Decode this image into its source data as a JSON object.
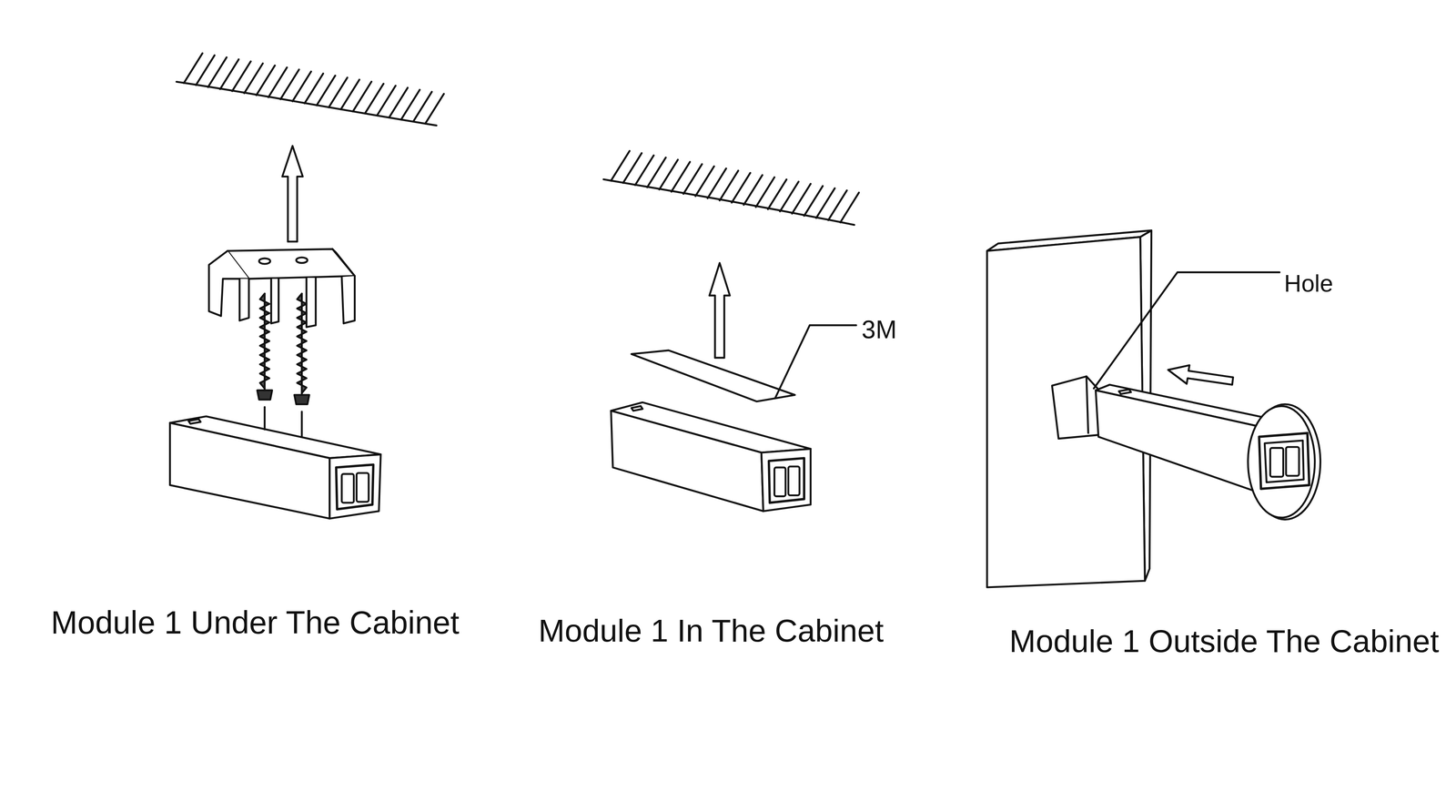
{
  "diagram": {
    "labels": [
      "Hole",
      "3M",
      "Module 1 Under The Cabinet",
      "Module 1 In The Cabinet",
      "Module 1 Outside The Cabinet"
    ]
  }
}
